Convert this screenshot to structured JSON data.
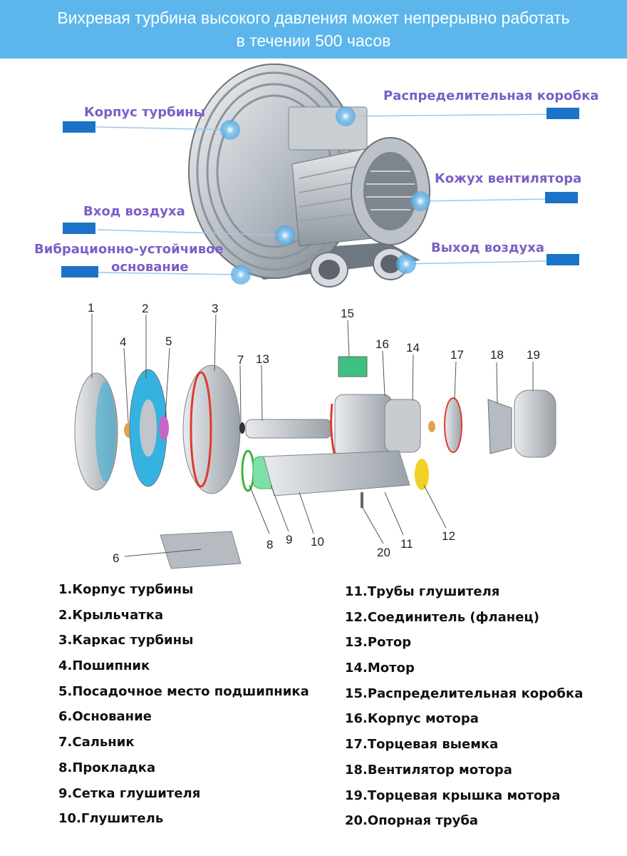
{
  "banner": {
    "line1": "Вихревая турбина высокого давления может непрерывно работать",
    "line2": "в течении 500 часов"
  },
  "callouts": {
    "housing": "Корпус турбины",
    "air_in": "Вход воздуха",
    "base_line1": "Вибрационно-устойчивое",
    "base_line2": "основание",
    "junction_box": "Распределительная коробка",
    "fan_cover": "Кожух вентилятора",
    "air_out": "Выход воздуха"
  },
  "part_numbers": [
    "1",
    "2",
    "3",
    "4",
    "5",
    "6",
    "7",
    "8",
    "9",
    "10",
    "11",
    "12",
    "13",
    "14",
    "15",
    "16",
    "17",
    "18",
    "19",
    "20"
  ],
  "legend_left": [
    "1.Корпус турбины",
    "2.Крыльчатка",
    "3.Каркас турбины",
    "4.Пошипник",
    "5.Посадочное место подшипника",
    "6.Основание",
    "7.Сальник",
    "8.Прокладка",
    "9.Сетка глушителя",
    "10.Глушитель"
  ],
  "legend_right": [
    "11.Трубы глушителя",
    "12.Соединитель (фланец)",
    "13.Ротор",
    "14.Мотор",
    "15.Распределительная коробка",
    "16.Корпус мотора",
    "17.Торцевая выемка",
    "18.Вентилятор мотора",
    "19.Торцевая крышка мотора",
    "20.Опорная труба"
  ],
  "colors": {
    "banner_bg": "#5cb6ec",
    "callout_text": "#7b5fc6",
    "callout_bar": "#1a73c8",
    "pointer_dot": "#6ab8ea"
  }
}
